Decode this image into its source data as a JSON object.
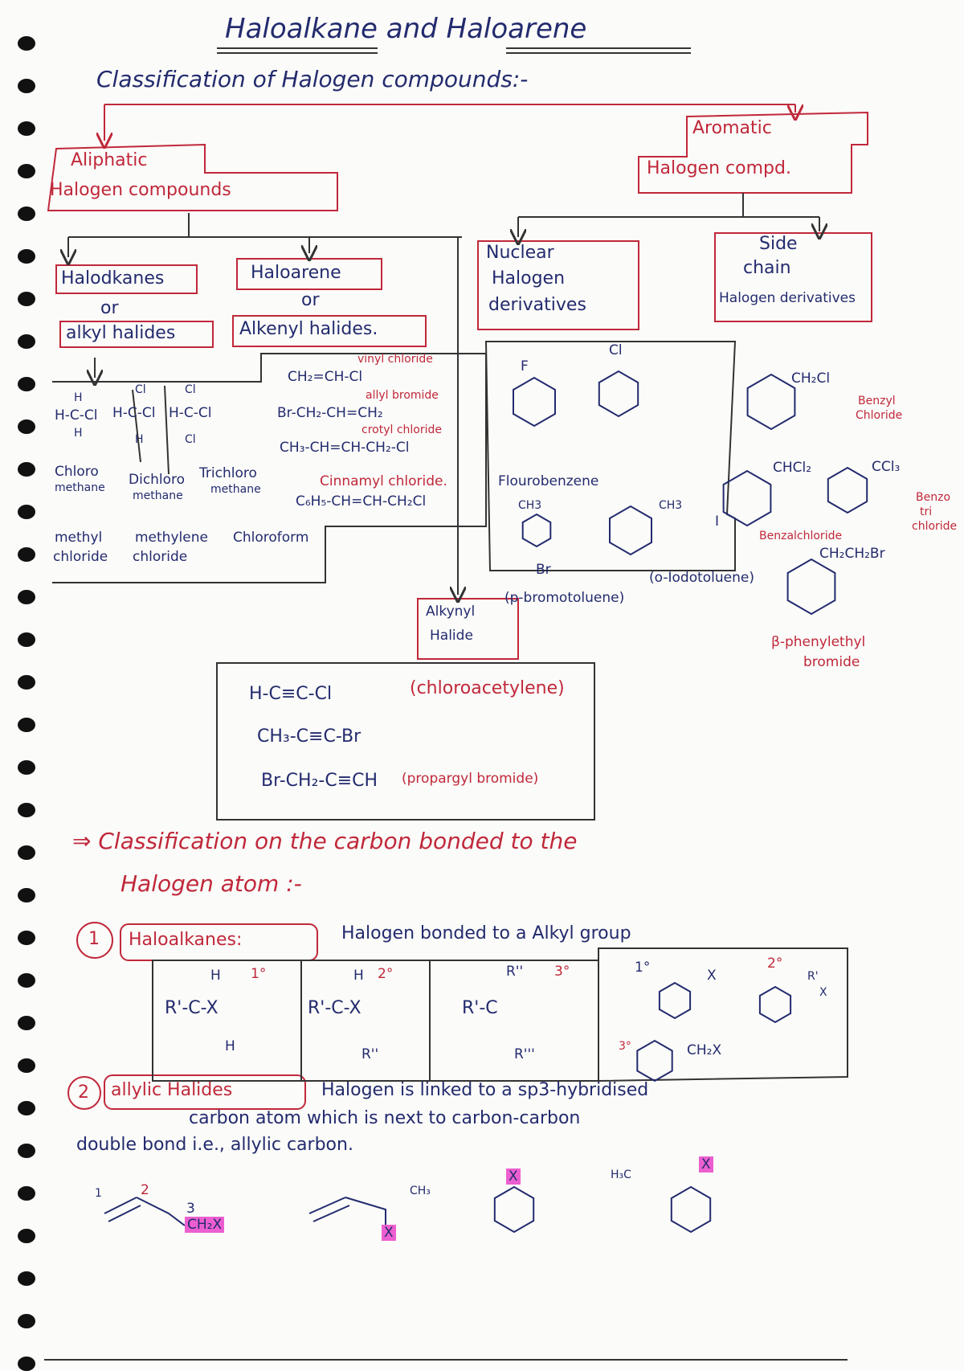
{
  "title": "Haloalkane and Haloarene",
  "heading": "Classification of Halogen compounds:-",
  "aliphatic": {
    "line1": "Aliphatic",
    "line2": "Halogen compounds"
  },
  "aromatic": {
    "line1": "Aromatic",
    "line2": "Halogen compd."
  },
  "haloalkanes": {
    "label": "Halodkanes",
    "or": "or",
    "alt": "alkyl halides"
  },
  "haloarene": {
    "label": "Haloarene",
    "or": "or",
    "alt": "Alkenyl halides."
  },
  "nuclear": {
    "line1": "Nuclear",
    "line2": "Halogen",
    "line3": "derivatives"
  },
  "side_chain": {
    "line1": "Side",
    "line2": "chain",
    "line3": "Halogen derivatives"
  },
  "alkyl_examples": [
    {
      "formula": "H-C-Cl",
      "top": "H",
      "bottom": "H",
      "name1": "Chloro",
      "name2": "methane",
      "common1": "methyl",
      "common2": "chloride"
    },
    {
      "formula": "H-C-Cl",
      "top": "Cl",
      "bottom": "H",
      "name1": "Dichloro",
      "name2": "methane",
      "common1": "methylene",
      "common2": "chloride"
    },
    {
      "formula": "H-C-Cl",
      "top": "Cl",
      "bottom": "Cl",
      "name1": "Trichloro",
      "name2": "methane",
      "common1": "Chloroform",
      "common2": ""
    }
  ],
  "alkenyl_examples": [
    {
      "name": "vinyl chloride",
      "formula": "CH₂=CH-Cl"
    },
    {
      "name": "allyl bromide",
      "formula": "Br-CH₂-CH=CH₂"
    },
    {
      "name": "crotyl chloride",
      "formula": "CH₃-CH=CH-CH₂-Cl"
    },
    {
      "name": "Cinnamyl chloride.",
      "formula": "C₆H₅-CH=CH-CH₂Cl"
    }
  ],
  "nuclear_examples": {
    "fluoro_sub": "F",
    "chloro_sub": "Cl",
    "fluoro_name": "Flourobenzene",
    "p_top": "CH3",
    "p_bottom": "Br",
    "p_name": "(p-bromotoluene)",
    "o_top": "CH3",
    "o_side": "I",
    "o_name": "(o-Iodotoluene)"
  },
  "side_chain_examples": {
    "benzyl_sub": "CH₂Cl",
    "benzyl_name1": "Benzyl",
    "benzyl_name2": "Chloride",
    "benzal_sub": "CHCl₂",
    "benzal_name": "Benzalchloride",
    "benzo_sub": "CCl₃",
    "benzo_name1": "Benzo",
    "benzo_name2": "tri",
    "benzo_name3": "chloride",
    "phenethyl_sub": "CH₂CH₂Br",
    "phenethyl_name1": "β-phenylethyl",
    "phenethyl_name2": "bromide"
  },
  "alkynyl": {
    "line1": "Alkynyl",
    "line2": "Halide"
  },
  "alkynyl_examples": [
    {
      "formula": "H-C≡C-Cl",
      "name": "(chloroacetylene)"
    },
    {
      "formula": "CH₃-C≡C-Br",
      "name": ""
    },
    {
      "formula": "Br-CH₂-C≡CH",
      "name": "(propargyl bromide)"
    }
  ],
  "section2": {
    "line1": "⇒ Classification on the carbon bonded to the",
    "line2": "Halogen atom :-"
  },
  "item1": {
    "num": "1",
    "label": "Haloalkanes:",
    "desc": "Halogen bonded to a Alkyl group"
  },
  "degree_boxes": [
    {
      "degree": "1°",
      "top": "H",
      "formula": "R'-C-X",
      "bottom": "H"
    },
    {
      "degree": "2°",
      "top": "H",
      "formula": "R'-C-X",
      "bottom": "R''"
    },
    {
      "degree": "3°",
      "top": "R''",
      "formula": "R'-C",
      "bottom": "R'''"
    }
  ],
  "cyclic_degrees": {
    "p": "1°",
    "s": "2°",
    "t": "3°",
    "x": "X",
    "r": "R'",
    "ch2x": "CH₂X"
  },
  "item2": {
    "num": "2",
    "label": "allylic Halides",
    "desc1": "Halogen is linked to a sp3-hybridised",
    "desc2": "carbon atom which is next to carbon-carbon",
    "desc3": "double bond i.e., allylic carbon."
  },
  "allylic_examples": {
    "n1": "1",
    "n2": "2",
    "n3": "3",
    "ch2x": "CH₂X",
    "ch3": "CH₃",
    "x": "X",
    "h3c": "H₃C"
  },
  "colors": {
    "ink_blue": "#232b6e",
    "ink_red": "#c0283a",
    "highlight": "#ec5fd0",
    "box": "#555555"
  }
}
